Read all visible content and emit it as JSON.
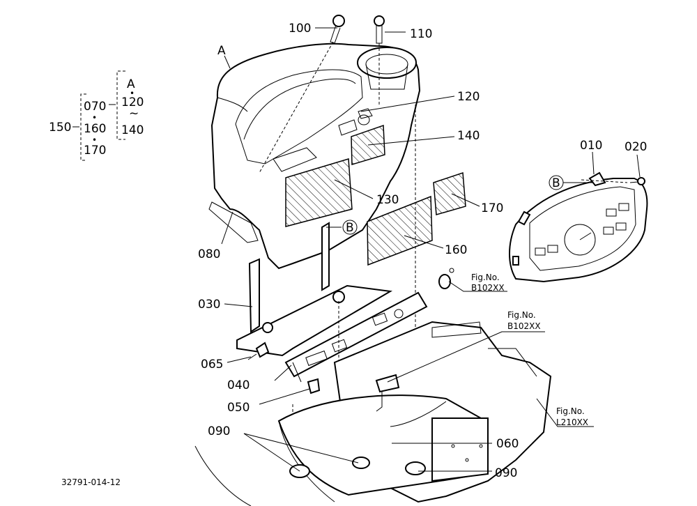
{
  "diagram": {
    "figure_id": "32791-014-12",
    "callouts": {
      "p100": "100",
      "p110": "110",
      "pA": "A",
      "p120": "120",
      "p140": "140",
      "p130": "130",
      "p170": "170",
      "p160": "160",
      "p080": "080",
      "p030": "030",
      "p065": "065",
      "p040": "040",
      "p050": "050",
      "p090a": "090",
      "p090b": "090",
      "p060": "060",
      "p010": "010",
      "p020": "020",
      "pB1": "B",
      "pB2": "B"
    },
    "legend": {
      "main": "150",
      "items": [
        "070",
        "160",
        "170"
      ],
      "group_letter": "A",
      "range_start": "120",
      "range_tilde": "~",
      "range_end": "140"
    },
    "fig_refs": [
      {
        "fig_label": "Fig.No.",
        "fig_code": "B102XX"
      },
      {
        "fig_label": "Fig.No.",
        "fig_code": "B102XX"
      },
      {
        "fig_label": "Fig.No.",
        "fig_code": "L210XX"
      }
    ]
  }
}
